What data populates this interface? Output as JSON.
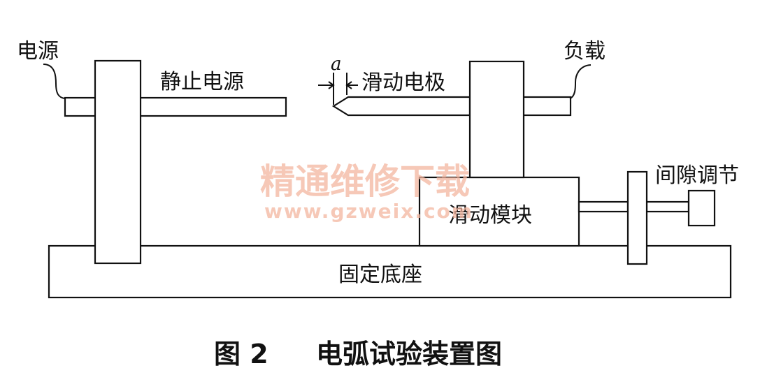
{
  "labels": {
    "power_source": "电源",
    "static_electrode": "静止电源",
    "gap_symbol": "a",
    "sliding_electrode": "滑动电极",
    "load": "负载",
    "gap_adjust": "间隙调节",
    "sliding_module": "滑动模块",
    "fixed_base": "固定底座"
  },
  "caption": {
    "number": "图 2",
    "title": "电弧试验装置图"
  },
  "watermark": {
    "text": "精通维修下载",
    "url": "www.gzweix.com",
    "color": "#f3b6a0"
  },
  "colors": {
    "line": "#111111",
    "background": "#ffffff"
  }
}
